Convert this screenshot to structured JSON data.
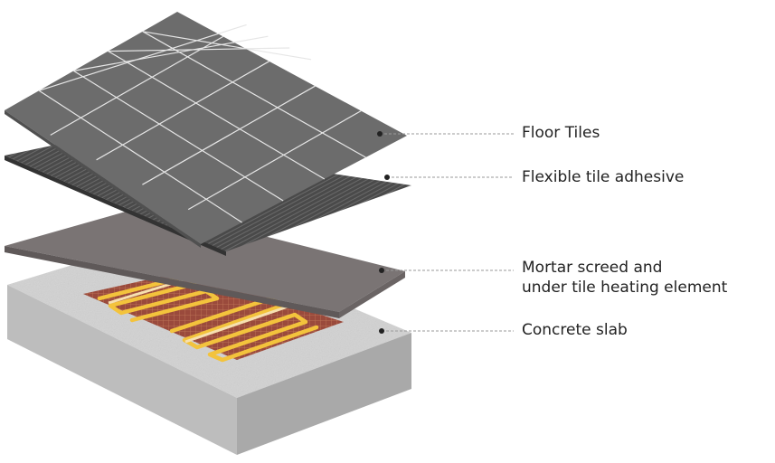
{
  "diagram": {
    "layers": [
      {
        "id": "tiles",
        "label_lines": [
          "Floor Tiles"
        ]
      },
      {
        "id": "adhesive",
        "label_lines": [
          "Flexible tile adhesive"
        ]
      },
      {
        "id": "screed",
        "label_lines": [
          "Mortar screed and",
          "under tile heating element"
        ]
      },
      {
        "id": "slab",
        "label_lines": [
          "Concrete slab"
        ]
      }
    ]
  },
  "colors": {
    "tile": "#6c6c6c",
    "tile_grout": "#e6e6e6",
    "adhesive": "#4a4a4a",
    "screed": "#7a7474",
    "concrete": "#cfcfcf",
    "heating_mat": "#9a4a3c",
    "heating_cable": "#f3c33c",
    "leader_line": "#9a9a9a",
    "text": "#222222"
  }
}
